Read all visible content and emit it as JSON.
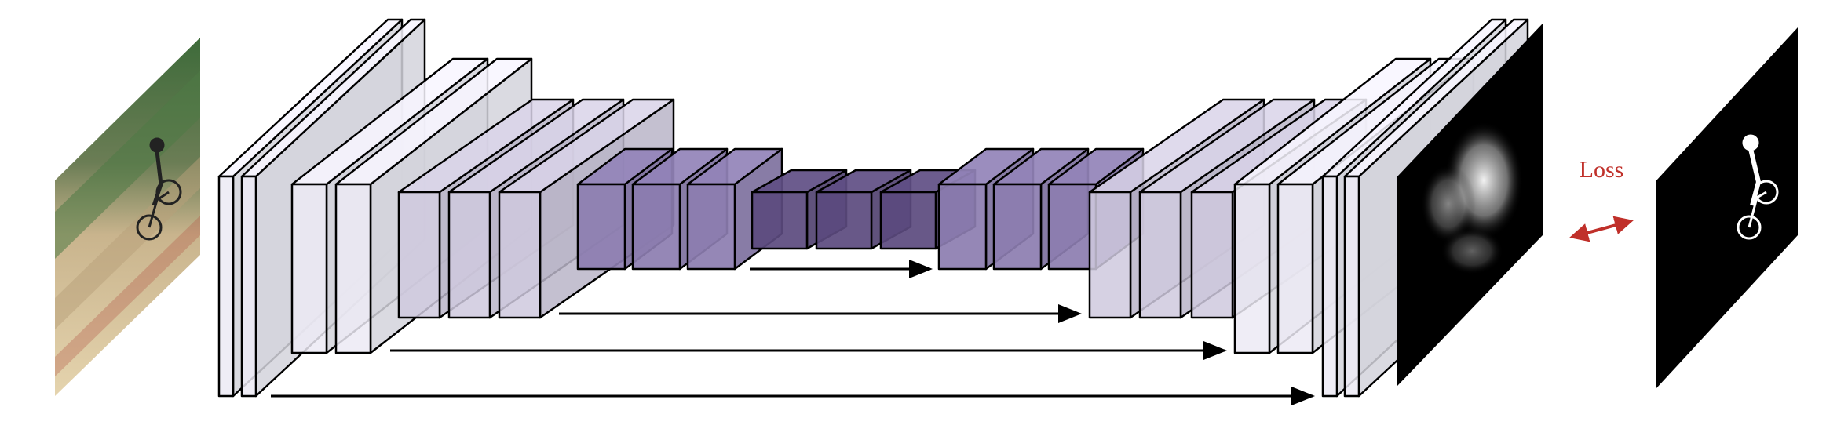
{
  "loss": {
    "label": "Loss",
    "color": "#c0302a"
  },
  "colors": {
    "encoder_outer": "#eceaf4",
    "encoder_mid": "#cfc9de",
    "encoder_inner": "#8c7db0",
    "bottleneck": "#5b4a7e",
    "mask_background": "#000000",
    "mask_foreground": "#ffffff"
  },
  "components": [
    "input-image",
    "encoder-blocks",
    "bottleneck-blocks",
    "decoder-blocks",
    "skip-connection-arrows",
    "predicted-mask",
    "ground-truth-mask"
  ]
}
